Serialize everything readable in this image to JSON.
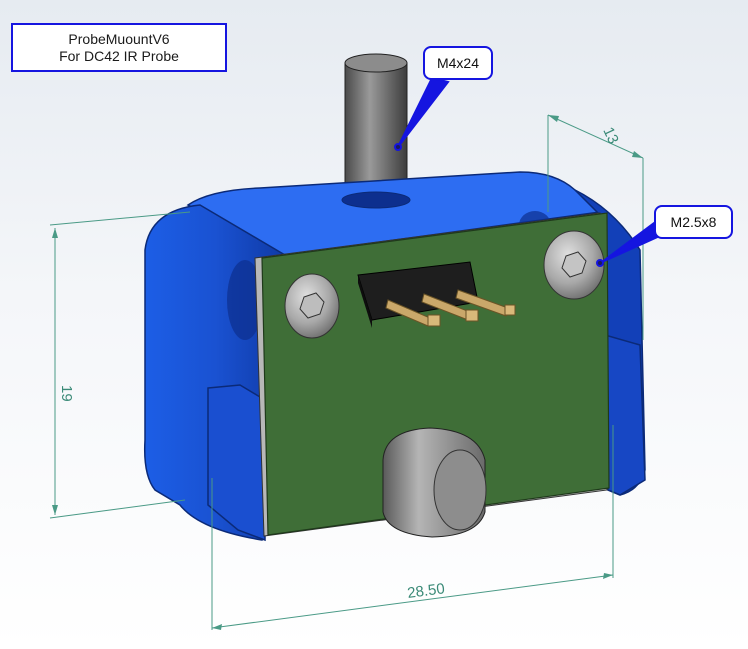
{
  "title_block": {
    "line1": "ProbeMuountV6",
    "line2": "For DC42 IR Probe"
  },
  "callouts": {
    "screw_m4": "M4x24",
    "screw_m25": "M2.5x8"
  },
  "dimensions": {
    "height": "19",
    "depth": "13",
    "width": "28.50"
  },
  "colors": {
    "body_blue": "#1452d6",
    "pcb_green": "#3d6b35",
    "dimension_line": "#4a9a86",
    "callout_border": "#1515e0"
  }
}
